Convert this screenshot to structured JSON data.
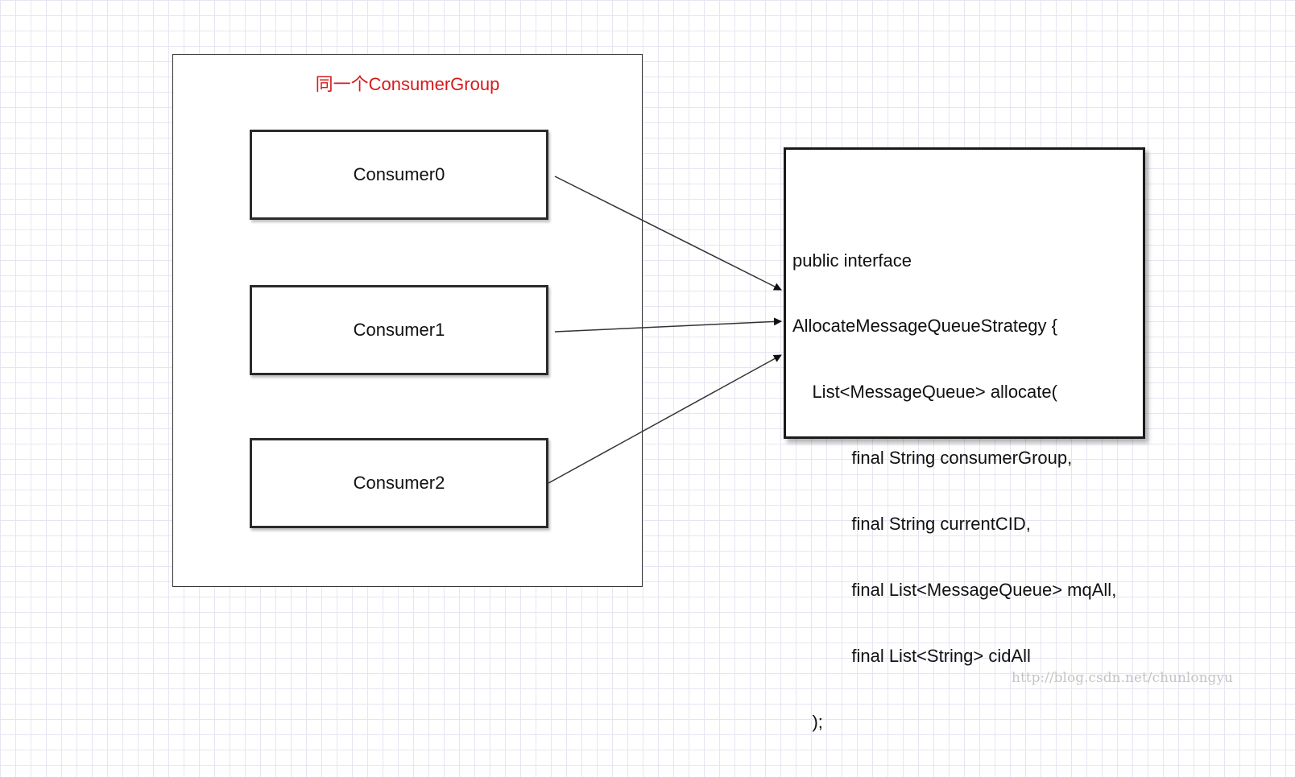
{
  "group": {
    "title": "同一个ConsumerGroup"
  },
  "consumers": [
    {
      "label": "Consumer0"
    },
    {
      "label": "Consumer1"
    },
    {
      "label": "Consumer2"
    }
  ],
  "strategy": {
    "code_lines": [
      "public interface",
      "AllocateMessageQueueStrategy {",
      "    List<MessageQueue> allocate(",
      "            final String consumerGroup,",
      "            final String currentCID,",
      "            final List<MessageQueue> mqAll,",
      "            final List<String> cidAll",
      "    );"
    ]
  },
  "watermark": "http://blog.csdn.net/chunlongyu",
  "colors": {
    "title": "#d61a1a",
    "line": "#333333",
    "grid": "#e6e6f2"
  }
}
